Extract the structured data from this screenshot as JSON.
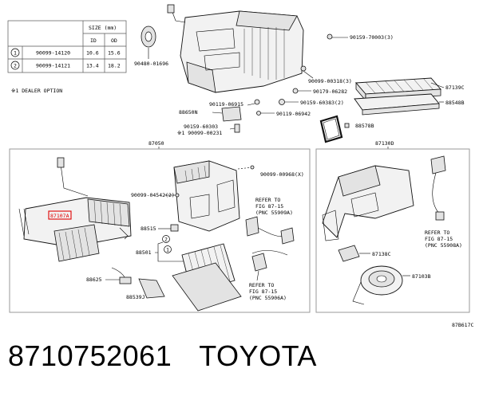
{
  "size_table": {
    "header": "SIZE (mm)",
    "col_id": "ID",
    "col_od": "OD",
    "rows": [
      {
        "marker": "1",
        "part": "90099-14120",
        "id": "10.6",
        "od": "15.6"
      },
      {
        "marker": "2",
        "part": "90099-14121",
        "id": "13.4",
        "od": "18.2"
      }
    ]
  },
  "dealer_note": "※1 DEALER OPTION",
  "top_labels": {
    "l90480": "90480-01696",
    "l90159a": "90159-70003(3)",
    "l90099a": "90099-00318(3)",
    "l90179": "90179-06282",
    "l87139": "87139C",
    "l90159b": "90159-60383(2)",
    "l90119a": "90119-06915",
    "l88548": "88548B",
    "l90119b": "90119-06942",
    "l88650": "88650N",
    "l90159c": "90159-60303",
    "l90099b": "※1 90099-00231",
    "l88578": "88578B"
  },
  "left_box": {
    "title": "87050",
    "l90099c": "90099-00968(X)",
    "l90099d": "90099-04542(2)",
    "highlight": "87107A",
    "l88515": "88515",
    "l88501": "88501",
    "l88625": "88625",
    "l88539": "88539J",
    "ref1_l1": "REFER TO",
    "ref1_l2": "FIG 87-15",
    "ref1_l3": "(PNC 55909A)",
    "ref2_l1": "REFER TO",
    "ref2_l2": "FIG 87-15",
    "ref2_l3": "(PNC 55906A)"
  },
  "right_box": {
    "title": "87130D",
    "ref_l1": "REFER TO",
    "ref_l2": "FIG 87-15",
    "ref_l3": "(PNC 55908A)",
    "l87138": "87138C",
    "l87103": "87103B"
  },
  "diagram_code": "87B617C",
  "caption": {
    "part_number": "8710752061",
    "brand": "TOYOTA"
  },
  "colors": {
    "highlight": "#e00000",
    "frame": "#9a9a9a"
  }
}
